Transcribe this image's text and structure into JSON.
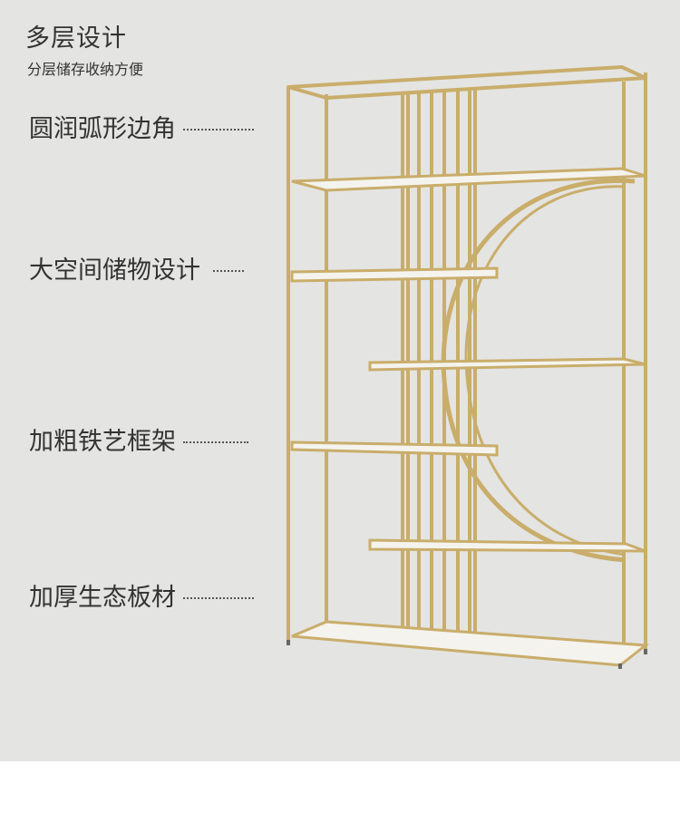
{
  "header": {
    "title": "多层设计",
    "subtitle": "分层储存收纳方便"
  },
  "features": [
    {
      "label": "圆润弧形边角"
    },
    {
      "label": "大空间储物设计"
    },
    {
      "label": "加粗铁艺框架"
    },
    {
      "label": "加厚生态板材"
    }
  ],
  "colors": {
    "background": "#e4e4e2",
    "frame_gold": "#c9ad6a",
    "board_white": "#f4f3ee",
    "text": "#333333"
  }
}
